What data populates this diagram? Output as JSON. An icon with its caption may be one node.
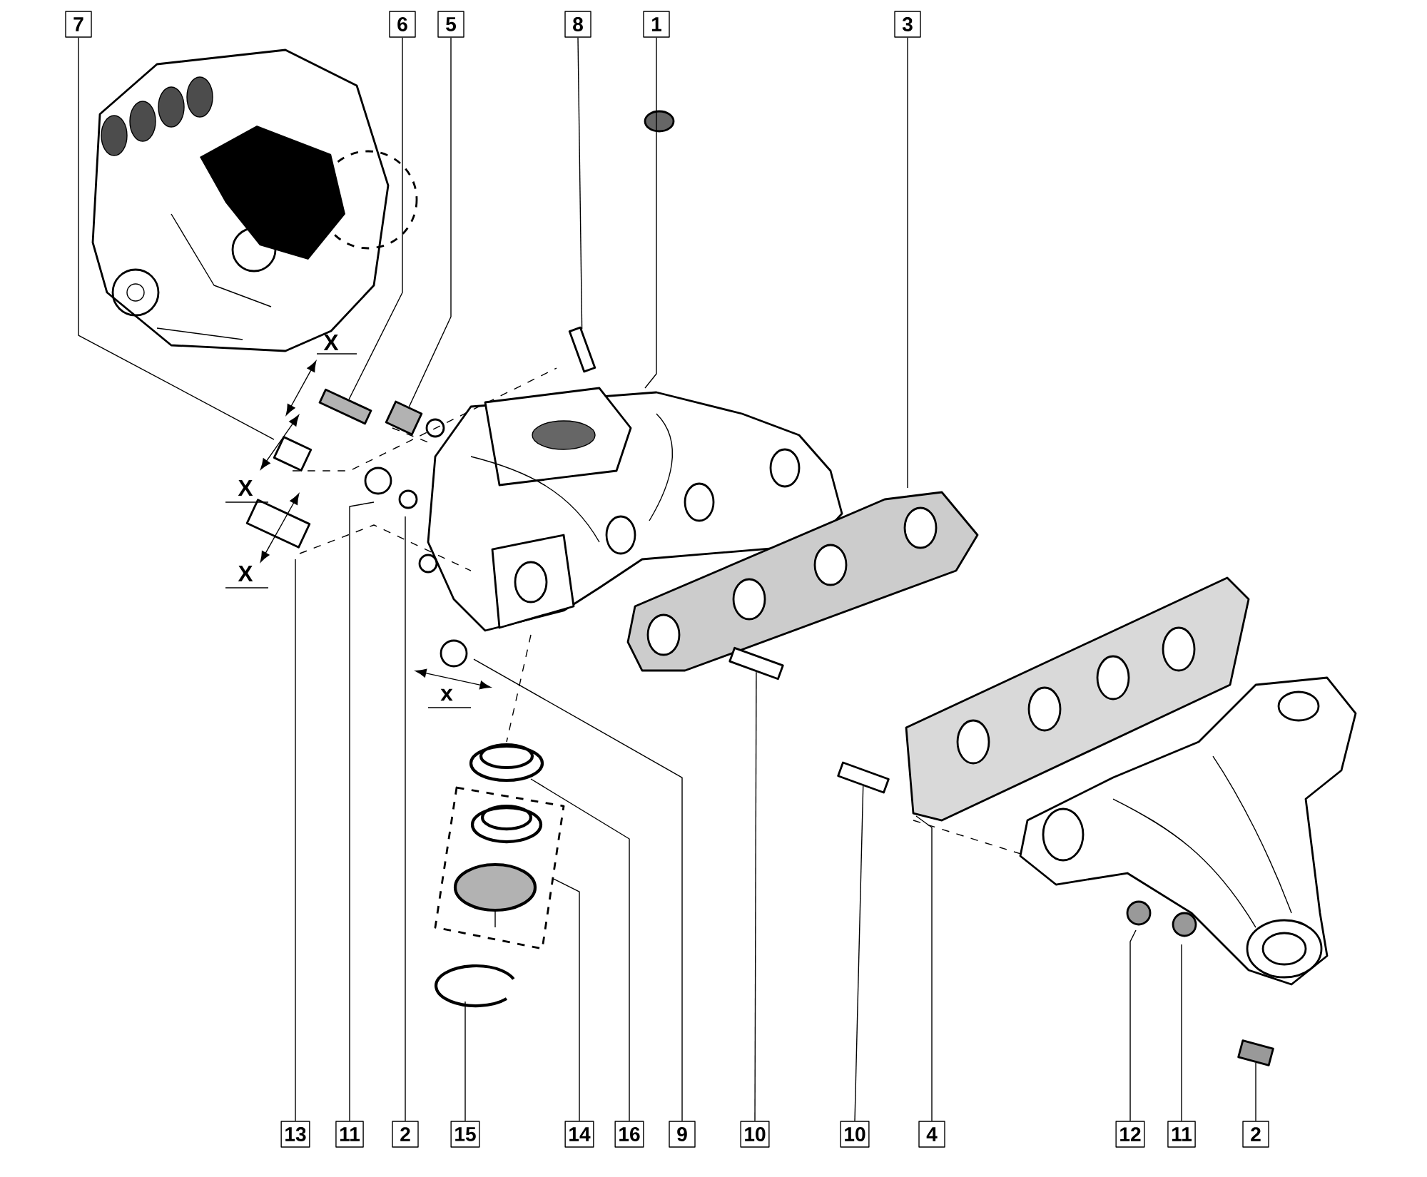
{
  "diagram": {
    "nodes": [
      {
        "text": [
          "7"
        ]
      },
      {
        "text": [
          "6"
        ]
      },
      {
        "text": [
          "5"
        ]
      },
      {
        "text": [
          "8"
        ]
      },
      {
        "text": [
          "1"
        ]
      },
      {
        "text": [
          "3"
        ]
      },
      {
        "text": [
          "13"
        ]
      },
      {
        "text": [
          "11"
        ]
      },
      {
        "text": [
          "2"
        ]
      },
      {
        "text": [
          "15"
        ]
      },
      {
        "text": [
          "14"
        ]
      },
      {
        "text": [
          "16"
        ]
      },
      {
        "text": [
          "9"
        ]
      },
      {
        "text": [
          "10"
        ]
      },
      {
        "text": [
          "10"
        ]
      },
      {
        "text": [
          "4"
        ]
      },
      {
        "text": [
          "12"
        ]
      },
      {
        "text": [
          "11"
        ]
      },
      {
        "text": [
          "2"
        ]
      },
      {
        "text": [],
        "shape": "box"
      },
      {
        "text": [],
        "shape": "box"
      },
      {
        "text": [],
        "shape": "box"
      },
      {
        "text": [],
        "shape": "box"
      },
      {
        "text": [],
        "shape": "box"
      },
      {
        "text": [],
        "shape": "box"
      }
    ],
    "edges": [
      {
        "from": 0,
        "to": null,
        "arrow": "none"
      },
      {
        "from": 1,
        "to": 19,
        "arrow": "none"
      },
      {
        "from": 2,
        "to": 20,
        "arrow": "none"
      },
      {
        "from": 3,
        "to": 21,
        "arrow": "none"
      },
      {
        "from": 4,
        "to": null,
        "arrow": "none"
      },
      {
        "from": 5,
        "to": null,
        "arrow": "none"
      },
      {
        "from": 6,
        "to": null,
        "arrow": "none"
      },
      {
        "from": 7,
        "to": null,
        "arrow": "none"
      },
      {
        "from": 8,
        "to": null,
        "arrow": "none"
      },
      {
        "from": 9,
        "to": null,
        "arrow": "none"
      },
      {
        "from": 10,
        "to": null,
        "arrow": "none"
      },
      {
        "from": 11,
        "to": null,
        "arrow": "none"
      },
      {
        "from": 12,
        "to": null,
        "arrow": "none"
      },
      {
        "from": 13,
        "to": 22,
        "arrow": "none"
      },
      {
        "from": 14,
        "to": 23,
        "arrow": "none"
      },
      {
        "from": 15,
        "to": null,
        "arrow": "none"
      },
      {
        "from": 16,
        "to": null,
        "arrow": "none"
      },
      {
        "from": 17,
        "to": null,
        "arrow": "none"
      },
      {
        "from": 18,
        "to": 24,
        "arrow": "none"
      }
    ],
    "labels": [
      "X",
      "X",
      "X",
      "x"
    ]
  }
}
